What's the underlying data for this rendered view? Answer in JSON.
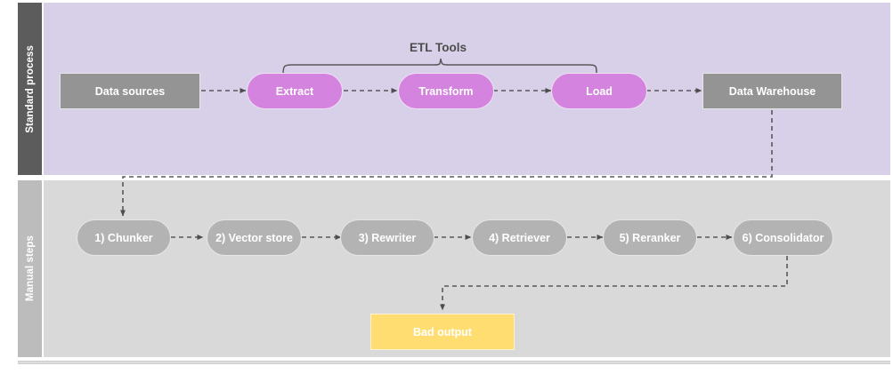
{
  "diagram": {
    "title_label": "ETL Tools",
    "lanes": [
      {
        "name": "standard-process",
        "label": "Standard process"
      },
      {
        "name": "manual-steps",
        "label": "Manual steps"
      }
    ],
    "colors": {
      "lane_top_header": "#5c5c5c",
      "lane_top_body": "#d8d0e8",
      "lane_bottom_header": "#bcbcbc",
      "lane_bottom_body": "#d9d9d9",
      "node_gray": "#949494",
      "node_pink": "#d484de",
      "node_pill_gray": "#b3b3b3",
      "node_yellow": "#ffdd71",
      "edge": "#595959",
      "bracket": "#595959"
    },
    "nodes": {
      "data_sources": "Data sources",
      "extract": "Extract",
      "transform": "Transform",
      "load": "Load",
      "data_warehouse": "Data Warehouse",
      "chunker": "1) Chunker",
      "vector_store": "2) Vector store",
      "rewriter": "3) Rewriter",
      "retriever": "4) Retriever",
      "reranker": "5) Reranker",
      "consolidator": "6) Consolidator",
      "bad_output": "Bad output"
    },
    "flow": {
      "standard_process": [
        "Data sources",
        "Extract",
        "Transform",
        "Load",
        "Data Warehouse"
      ],
      "manual_steps": [
        "1) Chunker",
        "2) Vector store",
        "3) Rewriter",
        "4) Retriever",
        "5) Reranker",
        "6) Consolidator"
      ],
      "terminal": "Bad output",
      "bracket_covers": [
        "Extract",
        "Transform",
        "Load"
      ]
    }
  }
}
